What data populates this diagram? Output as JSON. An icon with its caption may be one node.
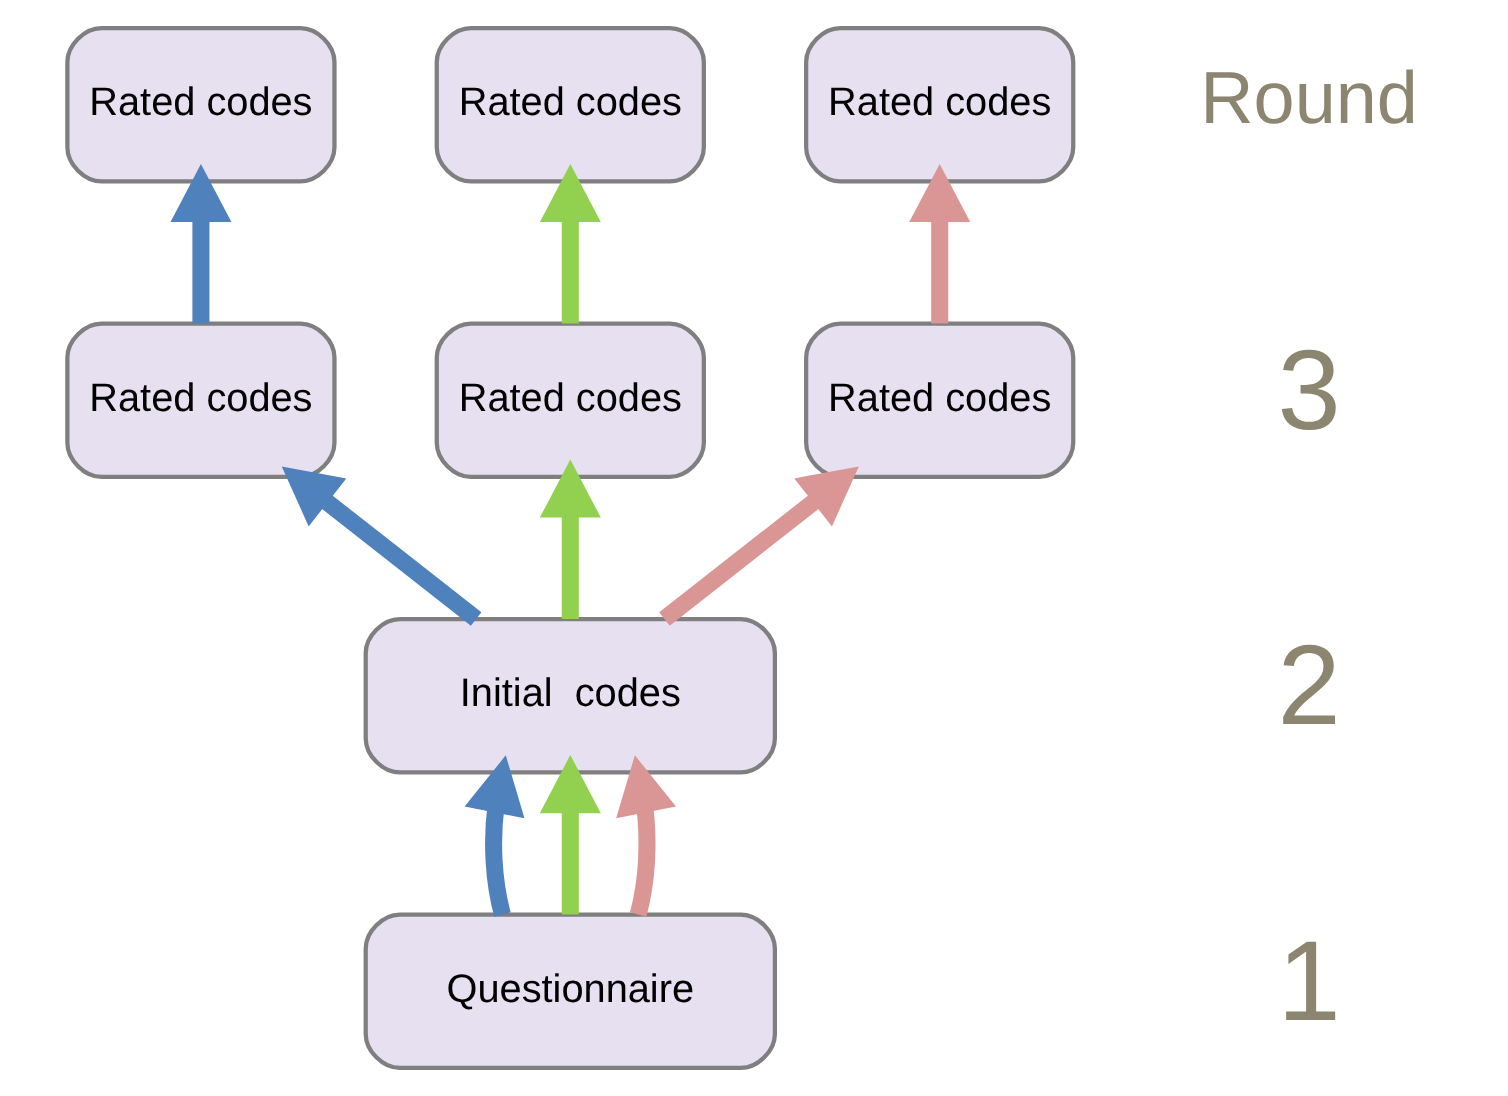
{
  "diagram": {
    "nodes": [
      {
        "text": [
          "Questionnaire"
        ]
      },
      {
        "text": [
          "Initial  codes"
        ]
      },
      {
        "text": [
          "Rated codes"
        ]
      },
      {
        "text": [
          "Rated codes"
        ]
      },
      {
        "text": [
          "Rated codes"
        ]
      },
      {
        "text": [
          "Rated codes"
        ]
      },
      {
        "text": [
          "Rated codes"
        ]
      },
      {
        "text": [
          "Rated codes"
        ]
      }
    ],
    "edges": [
      {
        "from": 0,
        "to": 1,
        "arrow": "to",
        "color": "#4f81bd"
      },
      {
        "from": 0,
        "to": 1,
        "arrow": "to",
        "color": "#92d050"
      },
      {
        "from": 0,
        "to": 1,
        "arrow": "to",
        "color": "#d99694"
      },
      {
        "from": 1,
        "to": 2,
        "arrow": "to",
        "color": "#4f81bd"
      },
      {
        "from": 1,
        "to": 3,
        "arrow": "to",
        "color": "#92d050"
      },
      {
        "from": 1,
        "to": 4,
        "arrow": "to",
        "color": "#d99694"
      },
      {
        "from": 2,
        "to": 5,
        "arrow": "to",
        "color": "#4f81bd"
      },
      {
        "from": 3,
        "to": 6,
        "arrow": "to",
        "color": "#92d050"
      },
      {
        "from": 4,
        "to": 7,
        "arrow": "to",
        "color": "#d99694"
      }
    ],
    "labels": [
      "Round",
      "3",
      "2",
      "1"
    ]
  }
}
